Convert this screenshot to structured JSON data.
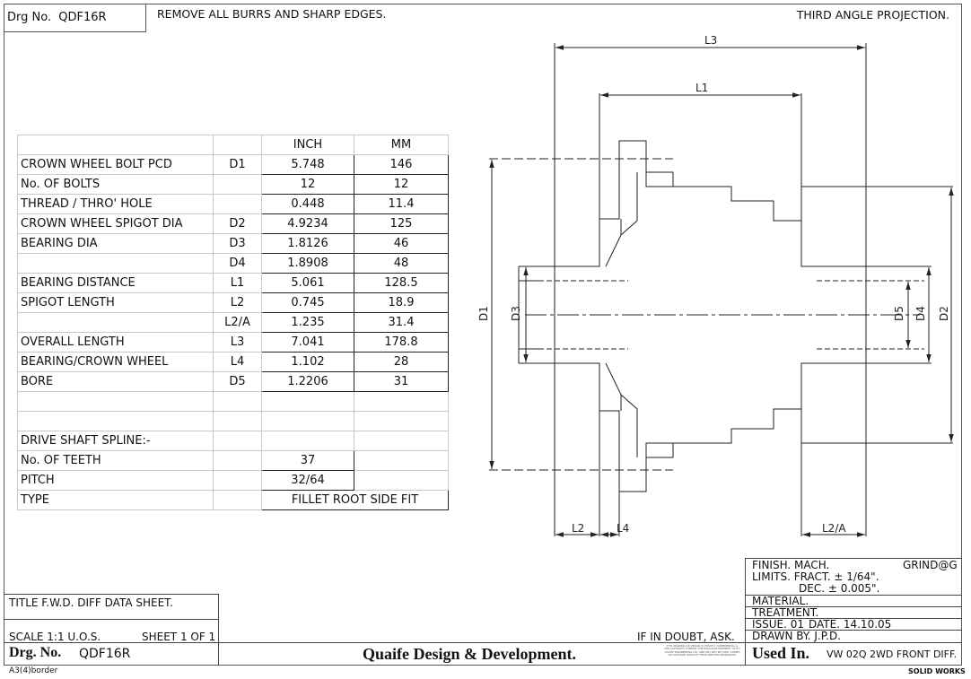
{
  "header": {
    "drg_no_label": "Drg No.",
    "drg_no": "QDF16R",
    "note_burrs": "REMOVE ALL BURRS AND SHARP EDGES.",
    "projection": "THIRD ANGLE PROJECTION."
  },
  "table": {
    "col_inch": "INCH",
    "col_mm": "MM",
    "rows": [
      {
        "label": "CROWN WHEEL BOLT PCD",
        "code": "D1",
        "inch": "5.748",
        "mm": "146"
      },
      {
        "label": "No. OF BOLTS",
        "code": "",
        "inch": "12",
        "mm": "12"
      },
      {
        "label": "THREAD / THRO' HOLE",
        "code": "",
        "inch": "0.448",
        "mm": "11.4"
      },
      {
        "label": "CROWN WHEEL SPIGOT DIA",
        "code": "D2",
        "inch": "4.9234",
        "mm": "125"
      },
      {
        "label": "BEARING DIA",
        "code": "D3",
        "inch": "1.8126",
        "mm": "46"
      },
      {
        "label": "",
        "code": "D4",
        "inch": "1.8908",
        "mm": "48"
      },
      {
        "label": "BEARING DISTANCE",
        "code": "L1",
        "inch": "5.061",
        "mm": "128.5"
      },
      {
        "label": "SPIGOT LENGTH",
        "code": "L2",
        "inch": "0.745",
        "mm": "18.9"
      },
      {
        "label": "",
        "code": "L2/A",
        "inch": "1.235",
        "mm": "31.4"
      },
      {
        "label": "OVERALL LENGTH",
        "code": "L3",
        "inch": "7.041",
        "mm": "178.8"
      },
      {
        "label": "BEARING/CROWN WHEEL",
        "code": "L4",
        "inch": "1.102",
        "mm": "28"
      },
      {
        "label": "BORE",
        "code": "D5",
        "inch": "1.2206",
        "mm": "31"
      }
    ],
    "spline_heading": "DRIVE SHAFT SPLINE:-",
    "spline_rows": [
      {
        "label": "No. OF TEETH",
        "value": "37"
      },
      {
        "label": "PITCH",
        "value": "32/64"
      },
      {
        "label": "TYPE",
        "value": "FILLET ROOT SIDE FIT"
      }
    ]
  },
  "drawing": {
    "dims": {
      "L1": "L1",
      "L2": "L2",
      "L3": "L3",
      "L4": "L4",
      "L2A": "L2/A",
      "D1": "D1",
      "D2": "D2",
      "D3": "D3",
      "D4": "D4",
      "D5": "D5"
    }
  },
  "title_block": {
    "title": "TITLE  F.W.D. DIFF DATA SHEET.",
    "scale": "SCALE 1:1 U.O.S.",
    "sheet": "SHEET 1 OF 1",
    "drg_no_label": "Drg. No.",
    "drg_no": "QDF16R",
    "company": "Quaife Design & Development.",
    "if_in_doubt": "IF IN DOUBT, ASK.",
    "confidential": "THIS DRAWING OR DESIGN IS STRICTLY CONFIDENTIAL & THE COPYRIGHT THEREIN. THE EXCLUSIVE PROPERTY OF R.T QUAIFE ENGINEERING LTD. AND MAY NOT BE USED, COPIED OR DIVULGED WITHOUT THEIR WRITTEN PERMISSION.",
    "finish": "FINISH. MACH.",
    "finish_value": "GRIND@G",
    "limits_fract": "LIMITS. FRACT. ± 1/64\".",
    "limits_dec": "DEC. ± 0.005\".",
    "material": "MATERIAL.",
    "treatment": "TREATMENT.",
    "issue": "ISSUE. 01",
    "date": "DATE. 14.10.05",
    "drawn_by": "DRAWN BY. J.P.D.",
    "used_in_label": "Used In.",
    "used_in": "VW 02Q 2WD FRONT DIFF.",
    "border_note": "A3(4)border",
    "software": "SOLID WORKS"
  }
}
